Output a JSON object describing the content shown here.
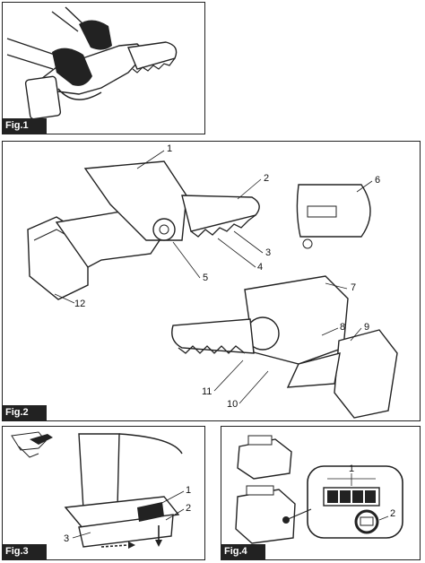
{
  "fig1": {
    "tag": "Fig.1"
  },
  "fig2": {
    "tag": "Fig.2",
    "callouts": [
      "1",
      "2",
      "3",
      "4",
      "5",
      "6",
      "7",
      "8",
      "9",
      "10",
      "11",
      "12"
    ]
  },
  "fig3": {
    "tag": "Fig.3",
    "callouts": [
      "1",
      "2",
      "3"
    ]
  },
  "fig4": {
    "tag": "Fig.4",
    "callouts": [
      "1",
      "2"
    ]
  }
}
